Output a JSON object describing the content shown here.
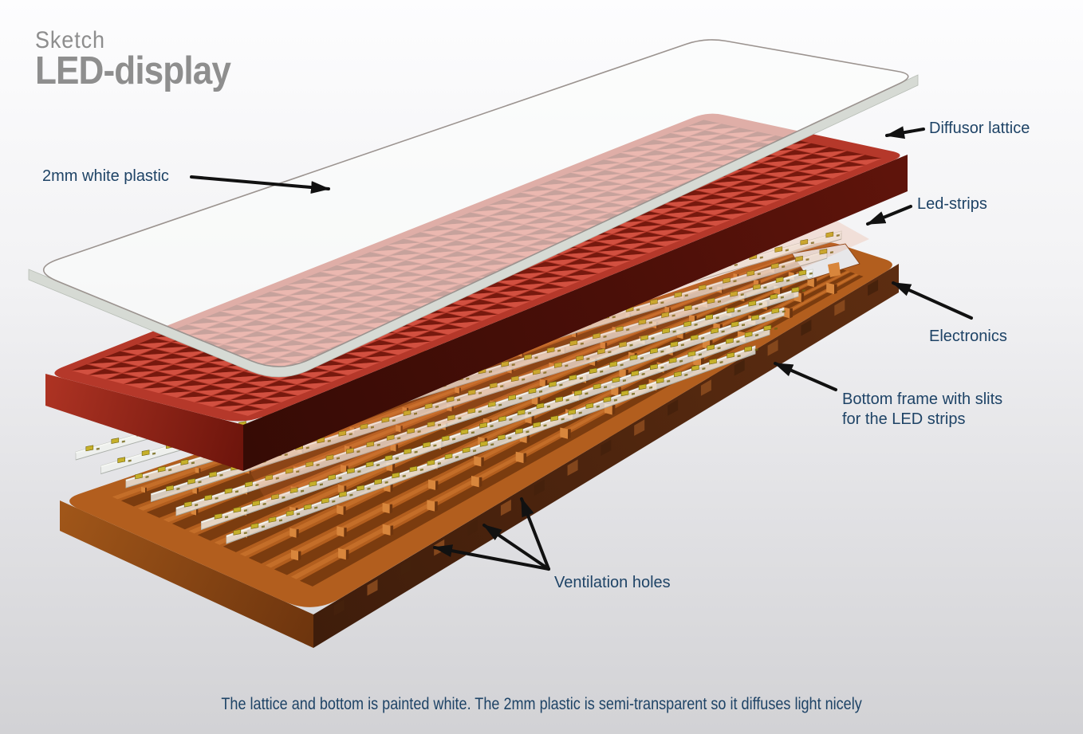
{
  "title": {
    "kicker": "Sketch",
    "main": "LED-display"
  },
  "labels": {
    "plastic": "2mm white plastic",
    "diffusor": "Diffusor lattice",
    "led_strips": "Led-strips",
    "electronics": "Electronics",
    "bottom_frame_1": "Bottom frame with slits",
    "bottom_frame_2": "for the LED strips",
    "ventilation": "Ventilation holes"
  },
  "caption": {
    "text": "The lattice and bottom is painted white. The 2mm plastic is semi-transparent so it diffuses light nicely"
  },
  "colors": {
    "background_top": "#fdfdfe",
    "background_bottom": "#d2d2d5",
    "label_text": "#1e4366",
    "title_text": "#8e8e8e",
    "arrow": "#111111",
    "lattice_red": "#b5382a",
    "lattice_cell_bright": "#d25040",
    "lattice_cell_shadow": "#77190e",
    "lattice_face_left_a": "#ad3323",
    "lattice_face_left_b": "#6e150c",
    "lattice_face_front_a": "#360b05",
    "lattice_face_front_b": "#5f140b",
    "frame_orange": "#b25e1e",
    "frame_groove": "#7b3c0f",
    "frame_ridge": "#c9742e",
    "frame_peg": "#d8863c",
    "frame_peg_side": "#6e350e",
    "frame_face_left_a": "#a05619",
    "frame_face_left_b": "#6e350e",
    "frame_face_front_a": "#3f1d0b",
    "frame_face_front_b": "#5d2d11",
    "strip_body": "rgba(240,242,238,0.78)",
    "led_chip": "#c6b02a",
    "led_chip_dark": "#6f6310",
    "strip_reflection": "rgba(233,118,70,0.16)",
    "sheet_fill": "rgba(252,253,252,0.60)",
    "sheet_edge": "#d6dad4",
    "sheet_outline": "#9b938f",
    "notch_fill": "#e7e7e9"
  },
  "diagram": {
    "lattice": {
      "cols": 38,
      "rows": 10
    },
    "led_strips": {
      "count": 7,
      "chips_per_strip": 30
    },
    "frame": {
      "groove_rows": 8,
      "pegs_per_row": 12
    }
  }
}
